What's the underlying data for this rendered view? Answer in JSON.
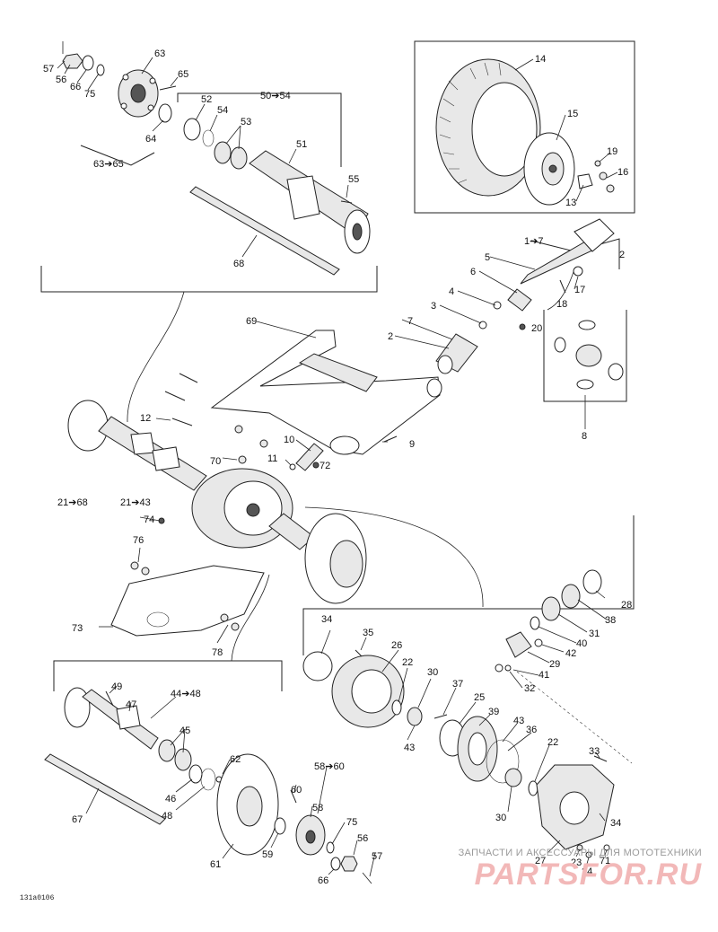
{
  "figure_code": "131a0106",
  "watermark": {
    "subtitle": "ЗАПЧАСТИ И АКСЕССУАРЫ ДЛЯ МОТОТЕХНИКИ",
    "logo": "PARTSFOR.RU"
  },
  "labels": {
    "l57a": "57",
    "l56a": "56",
    "l66a": "66",
    "l75a": "75",
    "l63": "63",
    "l65": "65",
    "l64": "64",
    "l63_65": "63➔65",
    "l52": "52",
    "l54": "54",
    "l50_54": "50➔54",
    "l53": "53",
    "l51": "51",
    "l55": "55",
    "l68": "68",
    "l14": "14",
    "l15": "15",
    "l19": "19",
    "l16": "16",
    "l13": "13",
    "l1_7": "1➔7",
    "l5": "5",
    "l6": "6",
    "l2a": "2",
    "l17": "17",
    "l4": "4",
    "l3": "3",
    "l18": "18",
    "l20": "20",
    "l7": "7",
    "l2b": "2",
    "l8": "8",
    "l69": "69",
    "l12": "12",
    "l10": "10",
    "l9": "9",
    "l11": "11",
    "l70": "70",
    "l72": "72",
    "l21_68": "21➔68",
    "l21_43": "21➔43",
    "l74": "74",
    "l76": "76",
    "l73": "73",
    "l78": "78",
    "l28": "28",
    "l38": "38",
    "l31": "31",
    "l34a": "34",
    "l35": "35",
    "l26": "26",
    "l40": "40",
    "l42": "42",
    "l29": "29",
    "l41": "41",
    "l32": "32",
    "l22a": "22",
    "l30a": "30",
    "l37": "37",
    "l25": "25",
    "l43a": "43",
    "l39": "39",
    "l43b": "43",
    "l36": "36",
    "l22b": "22",
    "l33": "33",
    "l34b": "34",
    "l30b": "30",
    "l27": "27",
    "l23": "23",
    "l24": "24",
    "l71": "71",
    "l49": "49",
    "l47": "47",
    "l44_48": "44➔48",
    "l45": "45",
    "l62": "62",
    "l46": "46",
    "l48": "48",
    "l67": "67",
    "l58_60": "58➔60",
    "l60": "60",
    "l58": "58",
    "l75b": "75",
    "l56b": "56",
    "l57b": "57",
    "l59": "59",
    "l66b": "66",
    "l61": "61"
  }
}
